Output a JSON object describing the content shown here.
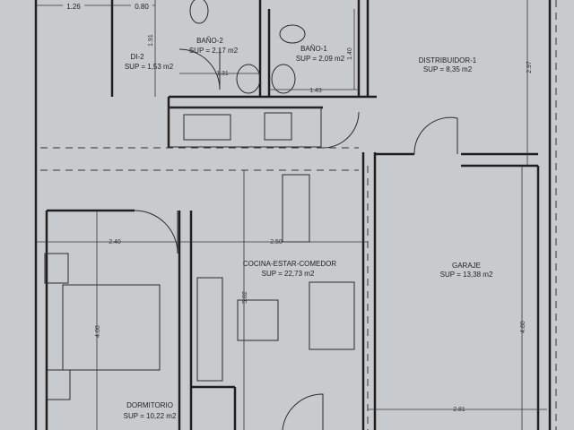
{
  "rooms": {
    "bano2": {
      "name": "BAÑO-2",
      "area": "SUP = 2,17 m2"
    },
    "bano1": {
      "name": "BAÑO-1",
      "area": "SUP = 2,09 m2"
    },
    "di2": {
      "name": "DI-2",
      "area": "SUP = 1,53 m2"
    },
    "distribuidor1": {
      "name": "DISTRIBUIDOR-1",
      "area": "SUP = 8,35 m2"
    },
    "cocina": {
      "name": "COCINA-ESTAR-COMEDOR",
      "area": "SUP = 22,73 m2"
    },
    "garaje": {
      "name": "GARAJE",
      "area": "SUP = 13,38 m2"
    },
    "dormitorio": {
      "name": "DORMITORIO",
      "area": "SUP = 10,22 m2"
    }
  },
  "dimensions": {
    "d126": "1.26",
    "d080": "0.80",
    "d191": "1.91",
    "d131": "1.31",
    "d140": "1.40",
    "d143": "1.43",
    "d297": "2.97",
    "d240": "2.40",
    "d250": "2.50",
    "d582": "5.82",
    "d400": "4.00",
    "d480": "4.80",
    "d281": "2.81"
  }
}
